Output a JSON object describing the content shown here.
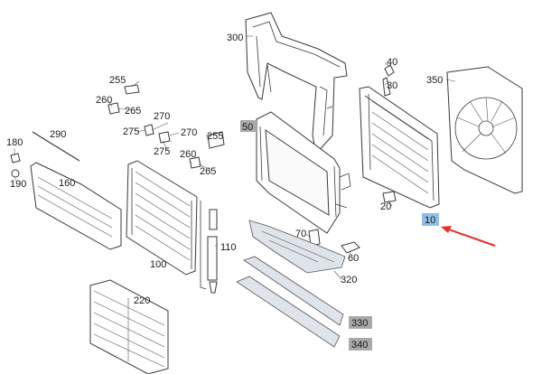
{
  "diagram": {
    "labels": [
      {
        "id": "label-300",
        "text": "300"
      },
      {
        "id": "label-40",
        "text": "40"
      },
      {
        "id": "label-30",
        "text": "30"
      },
      {
        "id": "label-350",
        "text": "350"
      },
      {
        "id": "label-255a",
        "text": "255"
      },
      {
        "id": "label-260a",
        "text": "260"
      },
      {
        "id": "label-265a",
        "text": "265"
      },
      {
        "id": "label-270a",
        "text": "270"
      },
      {
        "id": "label-275a",
        "text": "275"
      },
      {
        "id": "label-270b",
        "text": "270"
      },
      {
        "id": "label-275b",
        "text": "275"
      },
      {
        "id": "label-255b",
        "text": "255"
      },
      {
        "id": "label-260b",
        "text": "260"
      },
      {
        "id": "label-265b",
        "text": "265"
      },
      {
        "id": "label-290",
        "text": "290"
      },
      {
        "id": "label-180",
        "text": "180"
      },
      {
        "id": "label-190",
        "text": "190"
      },
      {
        "id": "label-160",
        "text": "160"
      },
      {
        "id": "label-50",
        "text": "50"
      },
      {
        "id": "label-20",
        "text": "20"
      },
      {
        "id": "label-10",
        "text": "10"
      },
      {
        "id": "label-70",
        "text": "70"
      },
      {
        "id": "label-60",
        "text": "60"
      },
      {
        "id": "label-110",
        "text": "110"
      },
      {
        "id": "label-100",
        "text": "100"
      },
      {
        "id": "label-320",
        "text": "320"
      },
      {
        "id": "label-220",
        "text": "220"
      },
      {
        "id": "label-330",
        "text": "330"
      },
      {
        "id": "label-340",
        "text": "340"
      }
    ],
    "colors": {
      "highlight": "#8fbfe6",
      "grey_tag": "#a9a9a9",
      "arrow": "#e0312c"
    }
  }
}
